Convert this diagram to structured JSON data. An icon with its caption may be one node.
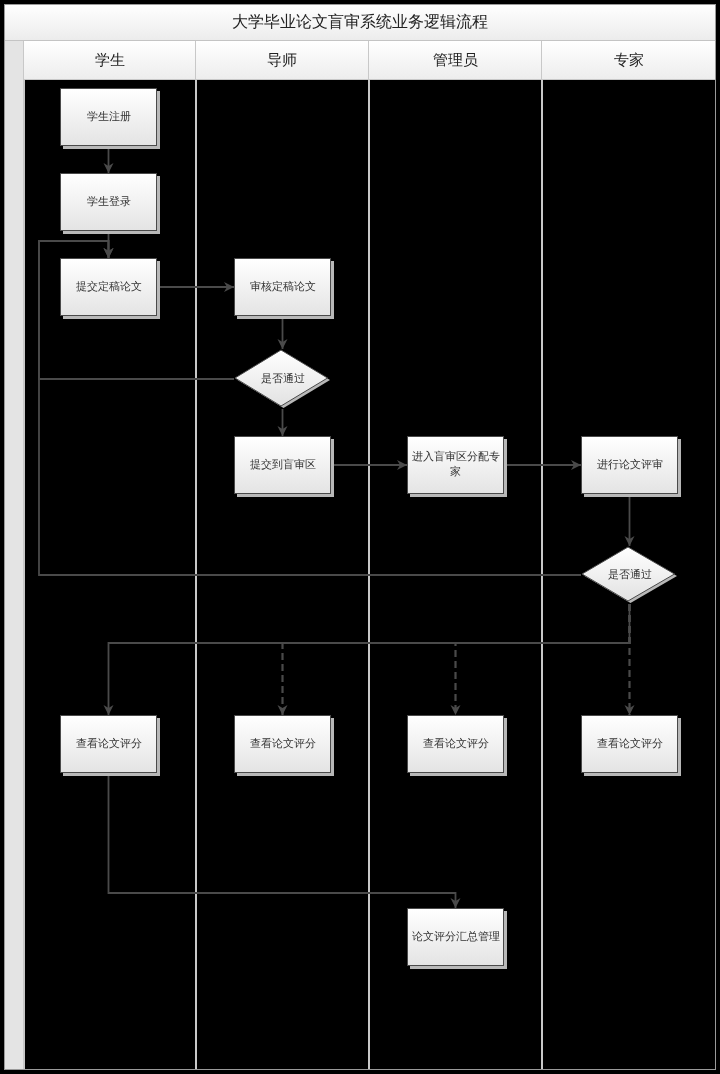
{
  "diagram": {
    "title": "大学毕业论文盲审系统业务逻辑流程",
    "nodes": [
      {
        "text": [
          "学生"
        ]
      },
      {
        "text": [
          "导师"
        ]
      },
      {
        "text": [
          "管理员"
        ]
      },
      {
        "text": [
          "专家"
        ]
      },
      {
        "text": [
          "学生注册"
        ],
        "in": 0
      },
      {
        "text": [
          "学生登录"
        ],
        "in": 0
      },
      {
        "text": [
          "提交定稿论文"
        ],
        "in": 0
      },
      {
        "text": [
          "审核定稿论文"
        ],
        "in": 1
      },
      {
        "text": [
          "是否通过"
        ],
        "in": 1
      },
      {
        "text": [
          "提交到盲审区"
        ],
        "in": 1
      },
      {
        "text": [
          "进入盲审区分配专家"
        ],
        "in": 2
      },
      {
        "text": [
          "进行论文评审"
        ],
        "in": 3
      },
      {
        "text": [
          "是否通过"
        ],
        "in": 3
      },
      {
        "text": [
          "查看论文评分"
        ],
        "in": 0
      },
      {
        "text": [
          "查看论文评分"
        ],
        "in": 1
      },
      {
        "text": [
          "查看论文评分"
        ],
        "in": 2
      },
      {
        "text": [
          "查看论文评分"
        ],
        "in": 3
      },
      {
        "text": [
          "论文评分汇总管理"
        ],
        "in": 2
      }
    ],
    "edges": [
      {
        "from": 4,
        "to": 5,
        "arrow": "to"
      },
      {
        "from": 5,
        "to": 6,
        "arrow": "to"
      },
      {
        "from": 6,
        "to": 7,
        "arrow": "to"
      },
      {
        "from": 7,
        "to": 8,
        "arrow": "to"
      },
      {
        "from": 8,
        "to": 6,
        "arrow": "to"
      },
      {
        "from": 8,
        "to": 9,
        "arrow": "to"
      },
      {
        "from": 9,
        "to": 10,
        "arrow": "to"
      },
      {
        "from": 10,
        "to": 11,
        "arrow": "to"
      },
      {
        "from": 11,
        "to": 12,
        "arrow": "to"
      },
      {
        "from": 12,
        "to": 6,
        "arrow": "to"
      },
      {
        "from": 12,
        "to": 13,
        "arrow": "to"
      },
      {
        "from": 12,
        "to": 14,
        "arrow": "to",
        "style": "dashed"
      },
      {
        "from": 12,
        "to": 15,
        "arrow": "to",
        "style": "dashed"
      },
      {
        "from": 12,
        "to": 16,
        "arrow": "to",
        "style": "dashed"
      },
      {
        "from": 13,
        "to": 17,
        "arrow": "to"
      }
    ]
  }
}
